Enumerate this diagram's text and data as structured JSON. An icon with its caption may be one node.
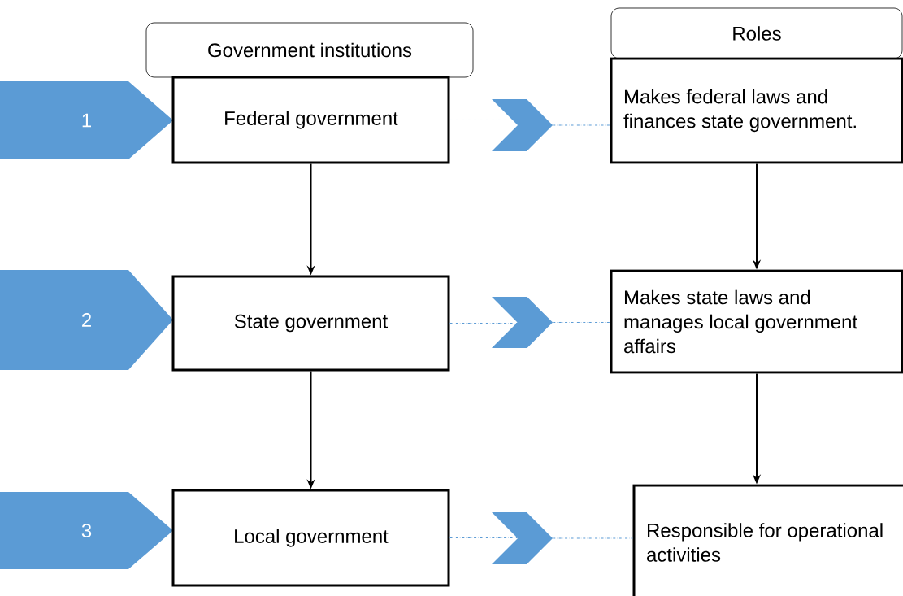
{
  "diagram": {
    "nodes": [
      {
        "text": [
          "Government institutions"
        ]
      },
      {
        "text": [
          "1"
        ]
      },
      {
        "text": [
          "Federal government"
        ]
      },
      {
        "text": [],
        "shape": "chevron"
      },
      {
        "text": [
          "Roles"
        ]
      },
      {
        "text": [
          "Makes federal laws and finances state government."
        ]
      },
      {
        "text": [
          "2"
        ]
      },
      {
        "text": [
          "State government"
        ]
      },
      {
        "text": [],
        "shape": "chevron"
      },
      {
        "text": [
          "Makes state laws and manages local government affairs"
        ]
      },
      {
        "text": [
          "3"
        ]
      },
      {
        "text": [
          "Local government"
        ]
      },
      {
        "text": [],
        "shape": "chevron"
      },
      {
        "text": [
          "Responsible for operational activities"
        ]
      }
    ],
    "edges": [
      {
        "from": 2,
        "to": 7,
        "arrow": "to",
        "color": "#000000"
      },
      {
        "from": 7,
        "to": 11,
        "arrow": "to",
        "color": "#000000"
      },
      {
        "from": 5,
        "to": 9,
        "arrow": "to",
        "color": "#000000"
      },
      {
        "from": 9,
        "to": 13,
        "arrow": "to",
        "color": "#000000"
      },
      {
        "from": 2,
        "to": 3,
        "arrow": "none",
        "style": "dashed"
      },
      {
        "from": 3,
        "to": 5,
        "arrow": "none",
        "style": "dashed"
      },
      {
        "from": 7,
        "to": 8,
        "arrow": "none",
        "style": "dashed"
      },
      {
        "from": 8,
        "to": 9,
        "arrow": "none",
        "style": "dashed"
      },
      {
        "from": 11,
        "to": 12,
        "arrow": "none",
        "style": "dashed"
      },
      {
        "from": 12,
        "to": 13,
        "arrow": "none",
        "style": "dashed"
      }
    ]
  }
}
